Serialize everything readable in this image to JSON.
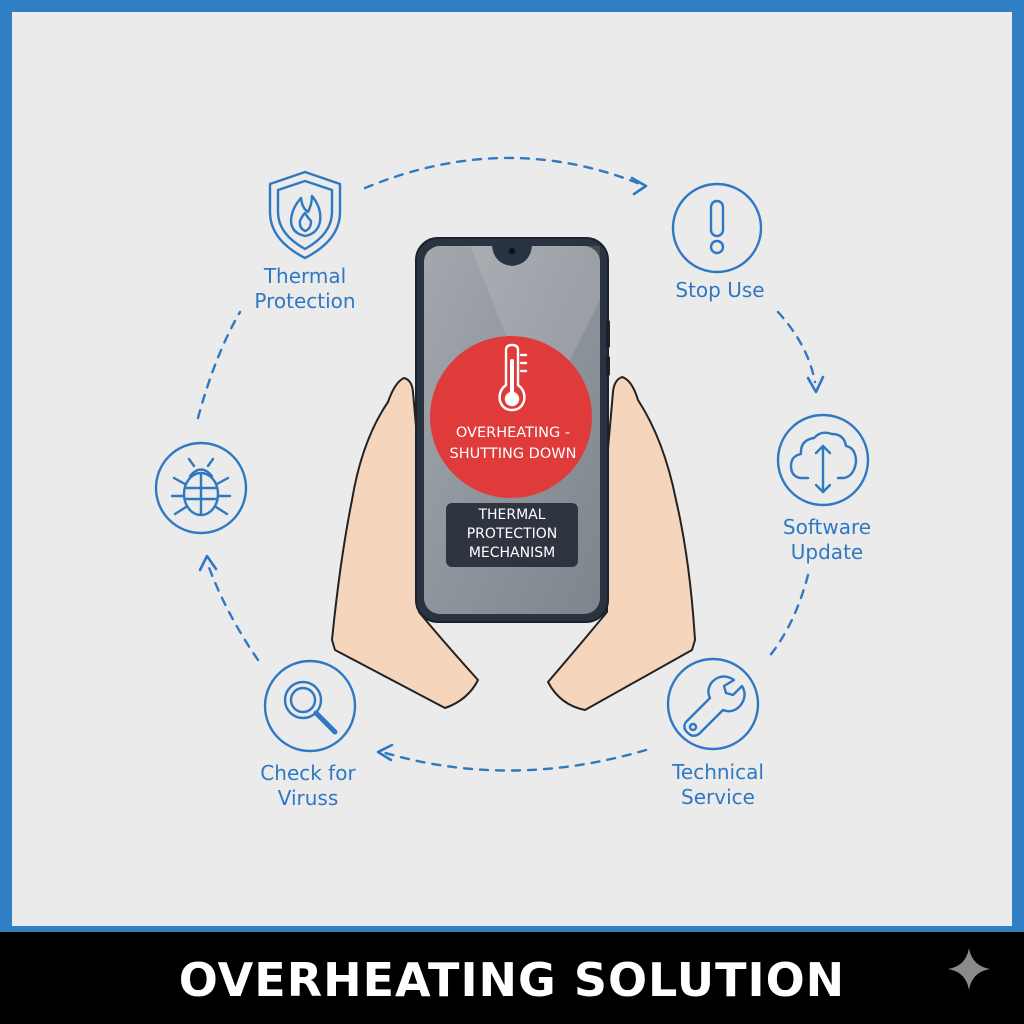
{
  "title": "OVERHEATING SOLUTION",
  "phone": {
    "alert_text": "OVERHEATING -\nSHUTTING DOWN",
    "mechanism_label": "THERMAL\nPROTECTION\nMECHANISM"
  },
  "steps": [
    {
      "label": "Thermal\nProtection",
      "icon": "shield-flame-icon"
    },
    {
      "label": "Stop Use",
      "icon": "exclamation-circle-icon"
    },
    {
      "label": "Software\nUpdate",
      "icon": "cloud-update-icon"
    },
    {
      "label": "Technical\nService",
      "icon": "wrench-icon"
    },
    {
      "label": "Check for\nViruss",
      "icon": "magnifier-icon"
    },
    {
      "label": "",
      "icon": "bug-icon"
    }
  ],
  "colors": {
    "accent_blue": "#2f78c2",
    "alert_red": "#df3b3b",
    "frame_blue": "#2f7fc4",
    "background": "#ebebec"
  }
}
